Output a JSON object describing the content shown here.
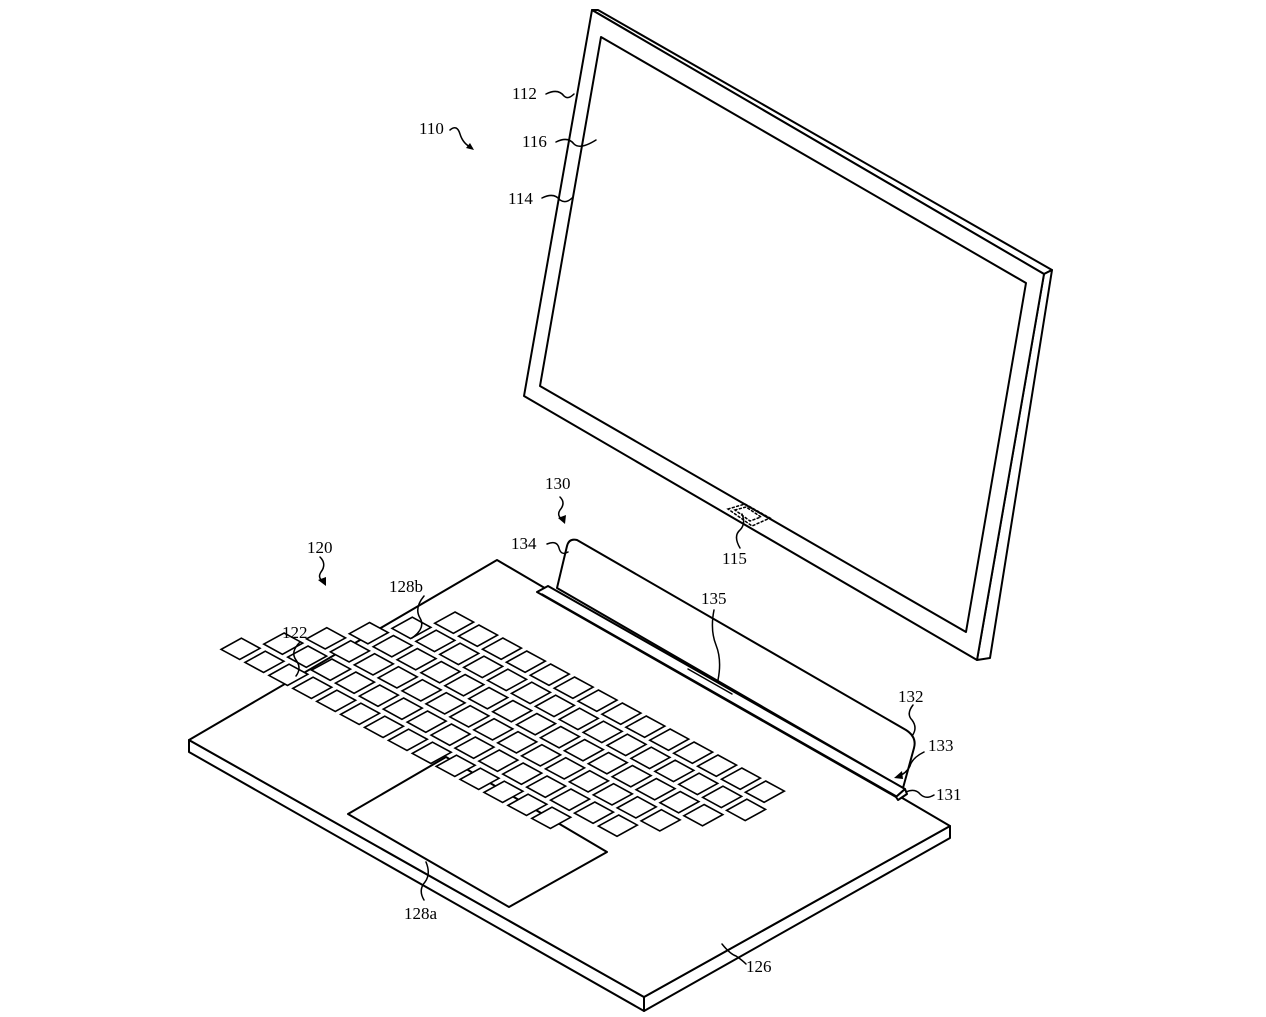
{
  "labels": {
    "l110": "110",
    "l112": "112",
    "l116": "116",
    "l114": "114",
    "l115": "115",
    "l130": "130",
    "l134": "134",
    "l135": "135",
    "l120": "120",
    "l128b": "128b",
    "l122": "122",
    "l132": "132",
    "l133": "133",
    "l131": "131",
    "l128a": "128a",
    "l126": "126"
  }
}
